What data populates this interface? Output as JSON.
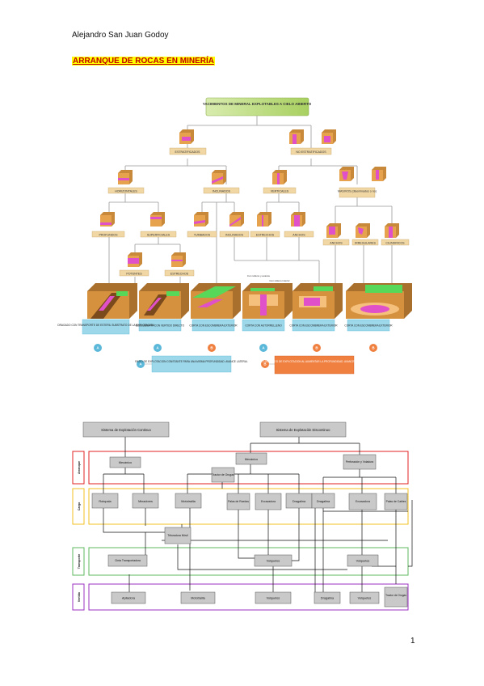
{
  "header": {
    "author": "Alejandro San Juan Godoy",
    "title": "ARRANQUE DE ROCAS EN MINERÍA",
    "page_number": "1"
  },
  "diagram1": {
    "root": "YACIMIENTOS DE MINERAL EXPLOTABLES A CIELO ABIERTO",
    "estratificados": "ESTRATIFICADOS",
    "no_estratificados": "NO ESTRATIFICADOS",
    "horizontales": "HORIZONTALES",
    "inclinados": "INCLINADOS",
    "verticales": "VERTICALES",
    "masivos": "MASIVOS (diseminados o no)",
    "profundos": "PROFUNDOS",
    "superficiales": "SUPERFICIALES",
    "tumbados": "TUMBADOS",
    "inclinados2": "INCLINADOS",
    "estrechos": "ESTRECHOS",
    "anchos": "ANCHOS",
    "anchos2": "ANCHOS",
    "irregulares": "IRREGULARES",
    "cilindricos": "CILINDRICOS",
    "potentes": "POTENTES",
    "estrechos2": "ESTRECHOS",
    "note_a": "Con relleno y avance",
    "note_b": "Con relleno interior",
    "method1": "DRAGADO CON TRANSPORTE DE ESTERIL SUBSTRATO DE LA EXPLOTACION",
    "method2": "DESCUBIERTA CON VERTIDO DIRECTO",
    "method3": "CORTA CON ESCOMBRERA EXTERIOR",
    "method4": "CORTA CON AUTORRELLENO",
    "method5": "CORTA CON ESCOMBRERA EXTERIOR",
    "method6": "CORTA CON ESCOMBRERA EXTERIOR",
    "circle_a": "A",
    "circle_b": "B",
    "legend_a": "RATIO DE EXPLOTACION CONSTANTE PARA UNA MISMA PROFUNDIDAD. AVANCE LATERAL",
    "legend_b": "INCREMENTO DEL RATIO DE EXPLOTACION AL AUMENTAR LA PROFUNDIDAD. AVANCE VERTICAL Y LATERAL",
    "colors": {
      "root": "#b5d77b",
      "label": "#f0d7a4",
      "box": "#c8a86b",
      "blue": "#9cd8ea",
      "circle_a": "#5bb8d9",
      "circle_b": "#f08040"
    }
  },
  "diagram2": {
    "continuo": "Sistema de Explotación Continuo",
    "discontinuo": "Sistema de Explotación Discontinuo",
    "band_arranque": "Arranque",
    "band_carga": "Carga",
    "band_transporte": "Transporte",
    "band_vertido": "Vertido",
    "mecanico1": "Mecánico",
    "mecanico2": "Mecánico",
    "perforacion": "Perforación y Voladura",
    "tractor": "Tractor de Orugas",
    "rotopala": "Rotopala",
    "minadores": "Minadores",
    "mototrailla": "Mototrailla",
    "pala_ruedas": "Palas de Ruedas",
    "excavadora1": "Excavadora",
    "dragalina1": "Dragalina",
    "dragalina2": "Dragalina",
    "excavadora2": "Excavadora",
    "pala_cables": "Palas de Cables",
    "trituradora": "Trituradora Móvil",
    "cinta": "Cinta Transportadora",
    "volquetes1": "Volquetes",
    "volquetes2": "Volquetes",
    "apiladora": "Apiladora",
    "mototrailla2": "Mototrailla",
    "volquetes3": "Volquetes",
    "dragalina3": "Dragalina",
    "volquetes4": "Volquetes",
    "tractor2": "Tractor de Orugas",
    "colors": {
      "arranque": "#e02020",
      "carga": "#f0c020",
      "transporte": "#5cb85c",
      "vertido": "#9b30c0"
    }
  }
}
